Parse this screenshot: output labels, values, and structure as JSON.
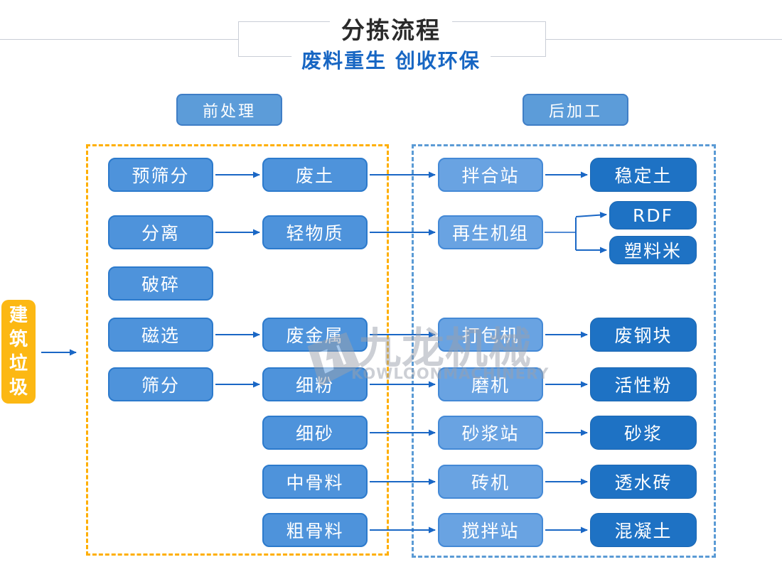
{
  "header": {
    "title": "分拣流程",
    "subtitle": "废料重生 创收环保"
  },
  "sections": {
    "pre_label": "前处理",
    "post_label": "后加工"
  },
  "source": {
    "label": "建筑垃圾"
  },
  "watermark": {
    "brand": "九龙机械",
    "brand_en": "KOWLOONMACHINERY"
  },
  "colors": {
    "node_mid": "#4e93db",
    "node_light": "#69a3e2",
    "node_dark": "#1e72c4",
    "source_orange": "#fcb813",
    "frame_orange_dashed": "#ffaf00",
    "frame_blue_dashed": "#5b9bd5",
    "arrow_blue": "#1a67c5",
    "subtitle_blue": "#1766c3"
  },
  "diagram": {
    "nodes": [
      {
        "id": "yushaifen",
        "label": "预筛分",
        "tone": "mid"
      },
      {
        "id": "fenli",
        "label": "分离",
        "tone": "mid"
      },
      {
        "id": "posui",
        "label": "破碎",
        "tone": "mid"
      },
      {
        "id": "cixuan",
        "label": "磁选",
        "tone": "mid"
      },
      {
        "id": "shaifen",
        "label": "筛分",
        "tone": "mid"
      },
      {
        "id": "feitu",
        "label": "废土",
        "tone": "mid"
      },
      {
        "id": "qingwuzhi",
        "label": "轻物质",
        "tone": "mid"
      },
      {
        "id": "feijinshu",
        "label": "废金属",
        "tone": "mid"
      },
      {
        "id": "xifen",
        "label": "细粉",
        "tone": "mid"
      },
      {
        "id": "xisha",
        "label": "细砂",
        "tone": "mid"
      },
      {
        "id": "zhongguliao",
        "label": "中骨料",
        "tone": "mid"
      },
      {
        "id": "cuguliao",
        "label": "粗骨料",
        "tone": "mid"
      },
      {
        "id": "banhezhan",
        "label": "拌合站",
        "tone": "light"
      },
      {
        "id": "zaishengjizu",
        "label": "再生机组",
        "tone": "light"
      },
      {
        "id": "dabaoji",
        "label": "打包机",
        "tone": "light"
      },
      {
        "id": "moji",
        "label": "磨机",
        "tone": "light"
      },
      {
        "id": "shajiangzhan",
        "label": "砂浆站",
        "tone": "light"
      },
      {
        "id": "zhuanji",
        "label": "砖机",
        "tone": "light"
      },
      {
        "id": "jiaobanzhan",
        "label": "搅拌站",
        "tone": "light"
      },
      {
        "id": "wendingtu",
        "label": "稳定土",
        "tone": "dark"
      },
      {
        "id": "rdf",
        "label": "RDF",
        "tone": "dark"
      },
      {
        "id": "suliaomi",
        "label": "塑料米",
        "tone": "dark"
      },
      {
        "id": "feigangkuai",
        "label": "废钢块",
        "tone": "dark"
      },
      {
        "id": "huoxingfen",
        "label": "活性粉",
        "tone": "dark"
      },
      {
        "id": "shajiang",
        "label": "砂浆",
        "tone": "dark"
      },
      {
        "id": "toushuizhuan",
        "label": "透水砖",
        "tone": "dark"
      },
      {
        "id": "hunningtu",
        "label": "混凝土",
        "tone": "dark"
      }
    ],
    "edges": [
      [
        "yushaifen",
        "feitu"
      ],
      [
        "fenli",
        "qingwuzhi"
      ],
      [
        "cixuan",
        "feijinshu"
      ],
      [
        "shaifen",
        "xifen"
      ],
      [
        "feitu",
        "banhezhan"
      ],
      [
        "qingwuzhi",
        "zaishengjizu"
      ],
      [
        "feijinshu",
        "dabaoji"
      ],
      [
        "xifen",
        "moji"
      ],
      [
        "xisha",
        "shajiangzhan"
      ],
      [
        "zhongguliao",
        "zhuanji"
      ],
      [
        "cuguliao",
        "jiaobanzhan"
      ],
      [
        "banhezhan",
        "wendingtu"
      ],
      [
        "dabaoji",
        "feigangkuai"
      ],
      [
        "moji",
        "huoxingfen"
      ],
      [
        "shajiangzhan",
        "shajiang"
      ],
      [
        "zhuanji",
        "toushuizhuan"
      ],
      [
        "jiaobanzhan",
        "hunningtu"
      ]
    ],
    "branch": {
      "from": "zaishengjizu",
      "to": [
        "rdf",
        "suliaomi"
      ]
    }
  }
}
